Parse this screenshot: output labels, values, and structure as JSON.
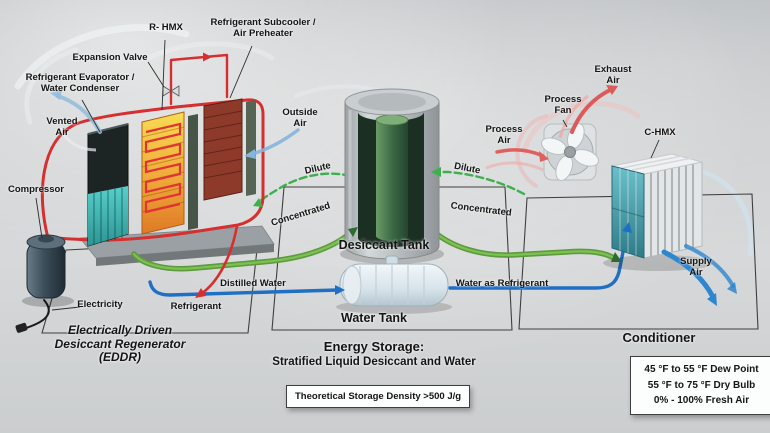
{
  "colors": {
    "refrigerant": "#d62f2f",
    "desiccant": "#5f9a3f",
    "desiccant_light": "#7cc253",
    "dilute": "#3db04d",
    "water": "#1f6fc4",
    "supply": "#2e86cf",
    "outline": "#3f3f3f",
    "electricity": "#1a1a1a"
  },
  "eddr": {
    "label_r_hmx": "R- HMX",
    "label_subcooler_1": "Refrigerant Subcooler /",
    "label_subcooler_2": "Air Preheater",
    "label_expansion_valve": "Expansion Valve",
    "label_evaporator_1": "Refrigerant Evaporator /",
    "label_evaporator_2": "Water Condenser",
    "label_vented_1": "Vented",
    "label_vented_2": "Air",
    "label_compressor": "Compressor",
    "label_electricity": "Electricity",
    "label_refrigerant": "Refrigerant",
    "title_1": "Electrically Driven",
    "title_2": "Desiccant Regenerator",
    "title_3": "(EDDR)"
  },
  "storage": {
    "label_outside_1": "Outside",
    "label_outside_2": "Air",
    "label_dilute_left": "Dilute",
    "label_dilute_right": "Dilute",
    "label_concentrated_left": "Concentrated",
    "label_concentrated_right": "Concentrated",
    "label_desiccant_tank": "Desiccant Tank",
    "label_water_tank": "Water Tank",
    "label_distilled_water": "Distilled Water",
    "label_water_as_refrigerant": "Water as Refrigerant",
    "title_1": "Energy Storage:",
    "title_2": "Stratified Liquid Desiccant and Water",
    "density_note": "Theoretical Storage Density >500 J/g"
  },
  "conditioner": {
    "label_exhaust_1": "Exhaust",
    "label_exhaust_2": "Air",
    "label_process_fan_1": "Process",
    "label_process_fan_2": "Fan",
    "label_process_air_1": "Process",
    "label_process_air_2": "Air",
    "label_c_hmx": "C-HMX",
    "label_supply_1": "Supply",
    "label_supply_2": "Air",
    "title": "Conditioner",
    "spec_1": "45 °F to 55 °F Dew Point",
    "spec_2": "55 °F to 75 °F Dry Bulb",
    "spec_3": "0% - 100% Fresh Air"
  }
}
